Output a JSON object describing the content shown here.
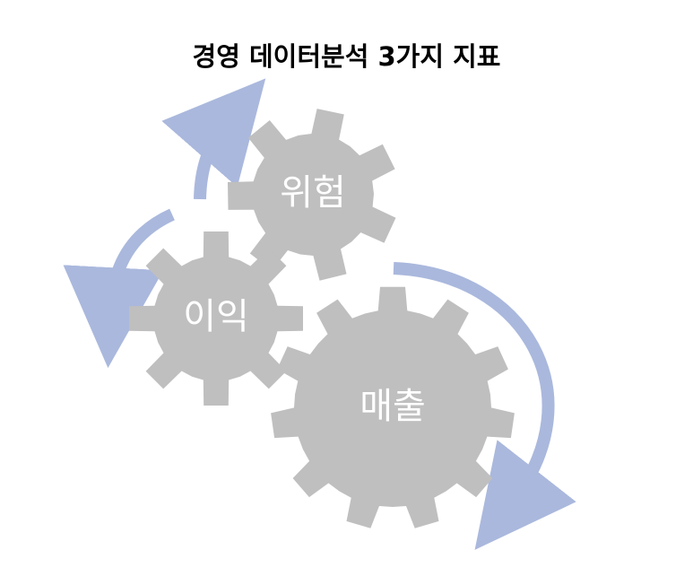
{
  "title": "경영 데이터분석 3가지 지표",
  "gears": [
    {
      "label": "위험"
    },
    {
      "label": "이익"
    },
    {
      "label": "매출"
    }
  ],
  "colors": {
    "gear_fill": "#BFBFBF",
    "gear_label": "#FFFFFF",
    "arrow": "#AAB8DD",
    "title": "#000000"
  }
}
